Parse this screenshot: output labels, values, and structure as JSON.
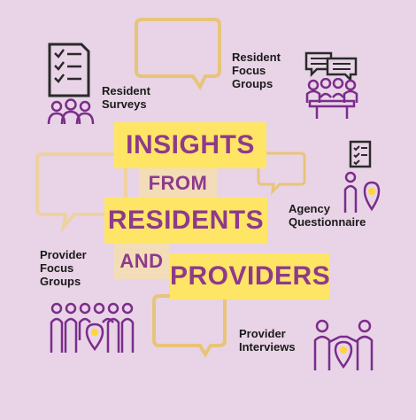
{
  "headline": {
    "line1": "INSIGHTS",
    "line2": "FROM",
    "line3": "RESIDENTS",
    "line4": "AND",
    "line5": "PROVIDERS"
  },
  "labels": {
    "resident_surveys": [
      "Resident",
      "Surveys"
    ],
    "resident_focus_groups": [
      "Resident",
      "Focus",
      "Groups"
    ],
    "agency_questionnaire": [
      "Agency",
      "Questionnaire"
    ],
    "provider_focus_groups": [
      "Provider",
      "Focus",
      "Groups"
    ],
    "provider_interviews": [
      "Provider",
      "Interviews"
    ]
  },
  "colors": {
    "background": "#e8d4e6",
    "highlight_yellow": "#ffe566",
    "headline_purple": "#8e3a8c",
    "icon_purple": "#7b2d8b",
    "icon_dark": "#2a2a2a",
    "bubble_tan": "#e8c47a",
    "pin_yellow": "#ffd43b"
  },
  "icons": [
    "checklist-clipboard-icon",
    "people-group-icon",
    "speech-bubbles-icon",
    "meeting-table-icon",
    "person-with-location-pin-icon",
    "provider-group-icon",
    "handshake-people-icon"
  ]
}
